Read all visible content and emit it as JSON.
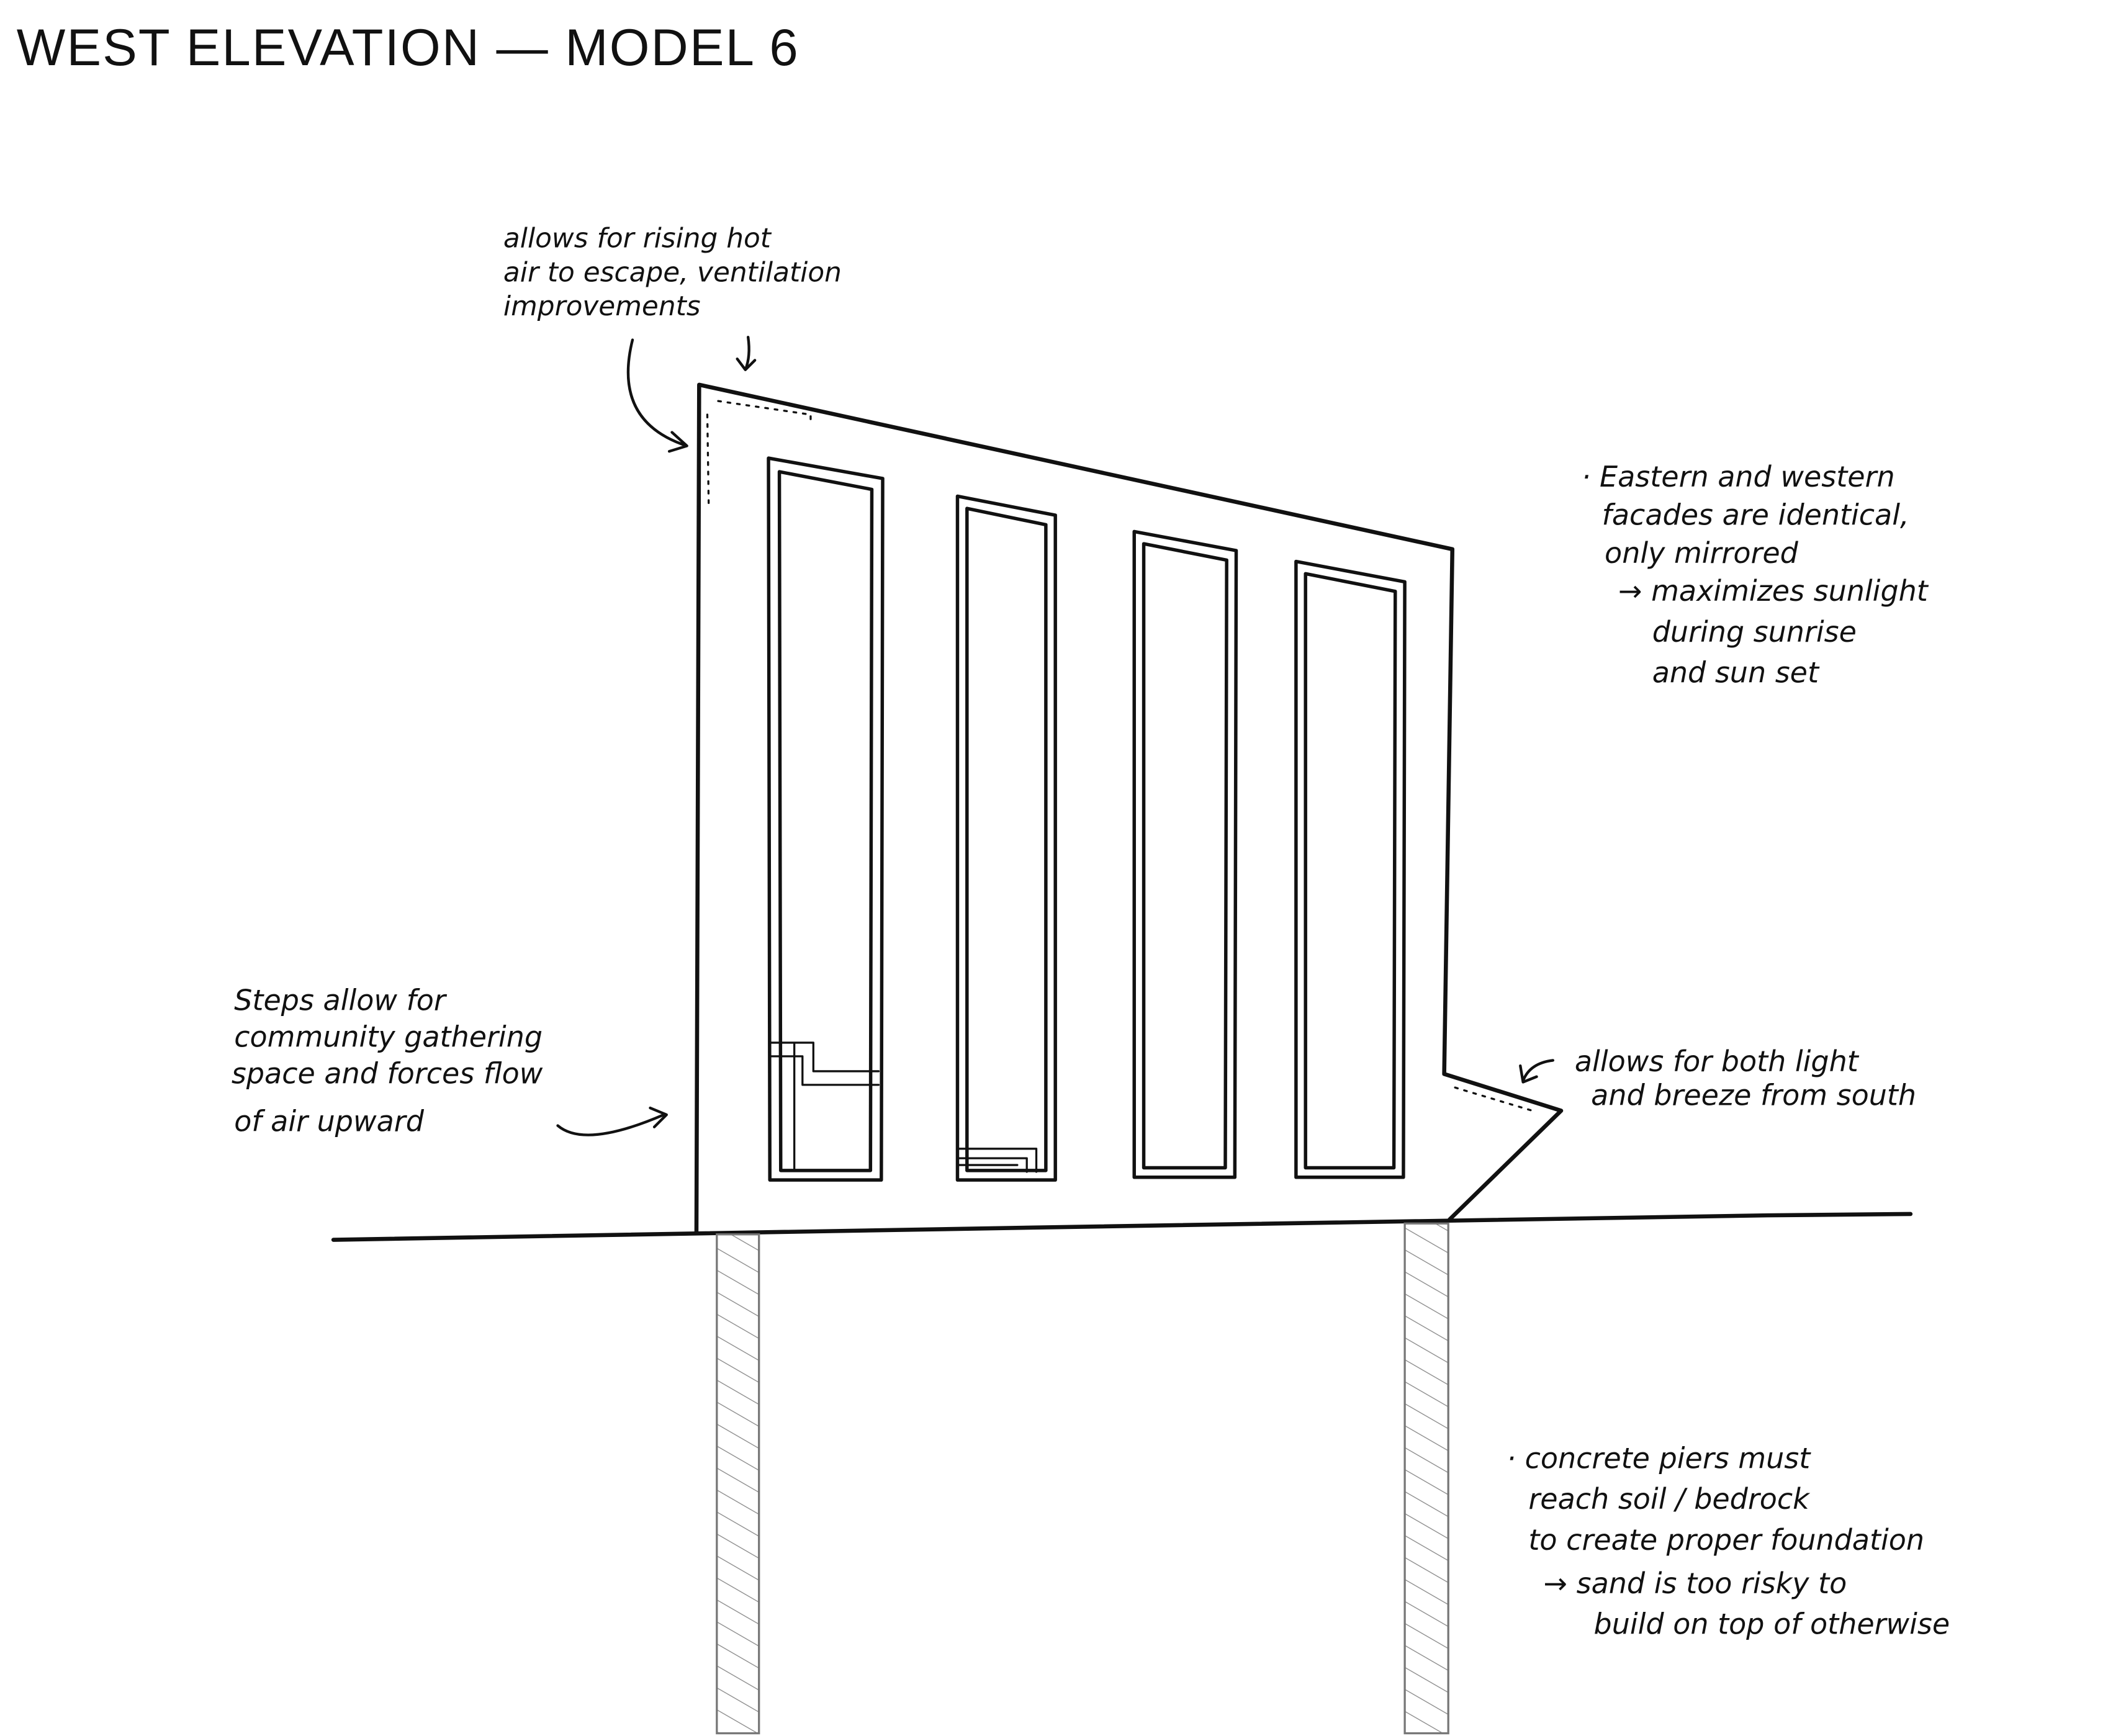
{
  "title": "WEST ELEVATION — MODEL 6",
  "colors": {
    "ink": "#111111",
    "paper": "#ffffff",
    "hatch": "#888888"
  },
  "annotations": {
    "roof_vent": [
      "allows for rising hot",
      "air to escape, ventilation",
      "improvements"
    ],
    "facades": [
      "· Eastern and western",
      "facades are identical,",
      "only mirrored",
      "→ maximizes sunlight",
      "during sunrise",
      "and sun set"
    ],
    "steps": [
      "Steps allow for",
      "community gathering",
      "space and forces flow",
      "of air upward"
    ],
    "south_opening": [
      "allows for both light",
      "and breeze from south"
    ],
    "piers": [
      "· concrete piers must",
      "reach soil / bedrock",
      "to create proper foundation",
      "→ sand is too risky to",
      "build on top of otherwise"
    ]
  }
}
